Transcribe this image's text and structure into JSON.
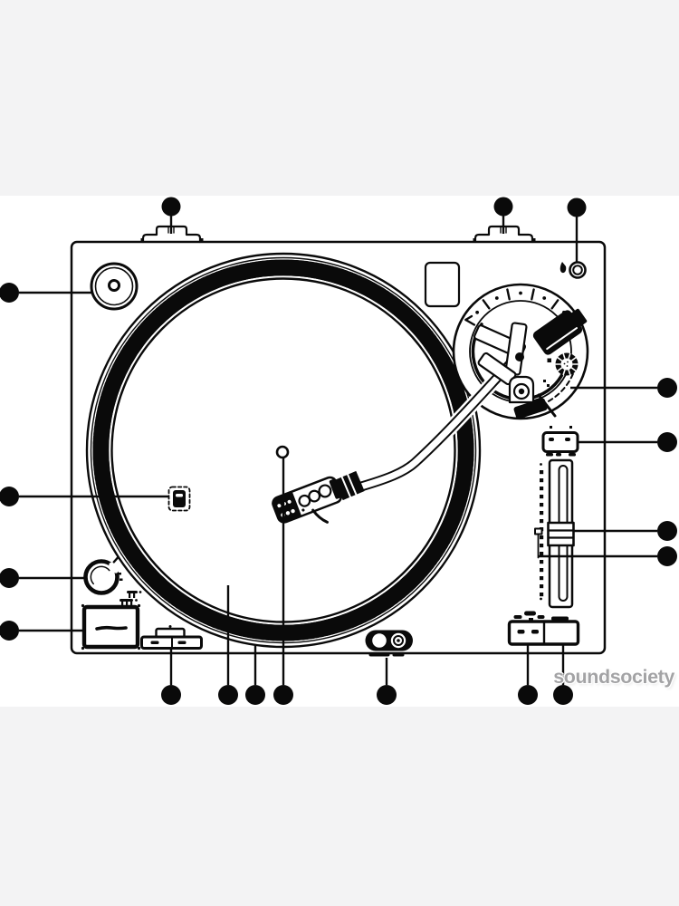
{
  "artwork": {
    "title": "turntable-top-view-line-art",
    "ink_color": "#0a0a0a",
    "paper_color": "#ffffff",
    "page_background": "#f3f3f4"
  },
  "watermark": {
    "text": "soundsociety",
    "color": "#a3a3a5"
  },
  "callouts": {
    "dot_color": "#0a0a0a",
    "dot_radius": 11,
    "line_width": 2.4,
    "points": [
      {
        "name": "dust-cover-hinge-left",
        "dot": [
          189,
          228
        ],
        "radius": 10.5,
        "lines": [
          [
            189,
            238,
            189,
            258
          ]
        ]
      },
      {
        "name": "dust-cover-hinge-right",
        "dot": [
          556,
          228
        ],
        "radius": 10.5,
        "lines": [
          [
            556,
            238,
            556,
            258
          ]
        ]
      },
      {
        "name": "stylus-light-switch",
        "dot": [
          637,
          229
        ],
        "radius": 10.5,
        "lines": [
          [
            637,
            239,
            637,
            289
          ]
        ]
      },
      {
        "name": "power-switch",
        "dot": [
          10,
          323
        ],
        "lines": [
          [
            21,
            323,
            101,
            323
          ]
        ]
      },
      {
        "name": "platter-strobe-marker",
        "dot": [
          10,
          548
        ],
        "lines": [
          [
            21,
            548,
            186,
            548
          ]
        ]
      },
      {
        "name": "brake-adjust-knob",
        "dot": [
          10,
          638
        ],
        "lines": [
          [
            21,
            638,
            94,
            638
          ]
        ]
      },
      {
        "name": "start-stop-button",
        "dot": [
          10,
          696
        ],
        "lines": [
          [
            21,
            696,
            92,
            696
          ]
        ]
      },
      {
        "name": "tonearm-base",
        "dot": [
          737,
          428
        ],
        "lines": [
          [
            630,
            428,
            726,
            428
          ]
        ]
      },
      {
        "name": "tonearm-rest-lock",
        "dot": [
          737,
          488
        ],
        "lines": [
          [
            639,
            488,
            726,
            488
          ]
        ]
      },
      {
        "name": "pitch-slider-knob",
        "dot": [
          737,
          586
        ],
        "lines": [
          [
            634,
            586,
            726,
            586
          ]
        ]
      },
      {
        "name": "pitch-zero-marker",
        "dot": [
          737,
          614
        ],
        "lines": [
          [
            594,
            614,
            726,
            614
          ]
        ]
      },
      {
        "name": "speed-select-buttons",
        "dot": [
          189,
          767
        ],
        "lines": [
          [
            189,
            716,
            189,
            756
          ]
        ]
      },
      {
        "name": "platter-mat",
        "dot": [
          252,
          767
        ],
        "lines": [
          [
            252,
            646,
            252,
            756
          ]
        ]
      },
      {
        "name": "strobe-dot-rim",
        "dot": [
          282,
          767
        ],
        "lines": [
          [
            282,
            712,
            282,
            756
          ]
        ]
      },
      {
        "name": "center-spindle",
        "dot": [
          313,
          767
        ],
        "lines": [
          [
            313,
            505,
            313,
            756
          ]
        ]
      },
      {
        "name": "target-light",
        "dot": [
          427,
          767
        ],
        "lines": [
          [
            427,
            726,
            427,
            756
          ]
        ]
      },
      {
        "name": "quartz-button",
        "dot": [
          583,
          767
        ],
        "lines": [
          [
            583,
            711,
            583,
            756
          ]
        ]
      },
      {
        "name": "reset-button",
        "dot": [
          622,
          767
        ],
        "lines": [
          [
            622,
            711,
            622,
            756
          ]
        ]
      }
    ]
  }
}
